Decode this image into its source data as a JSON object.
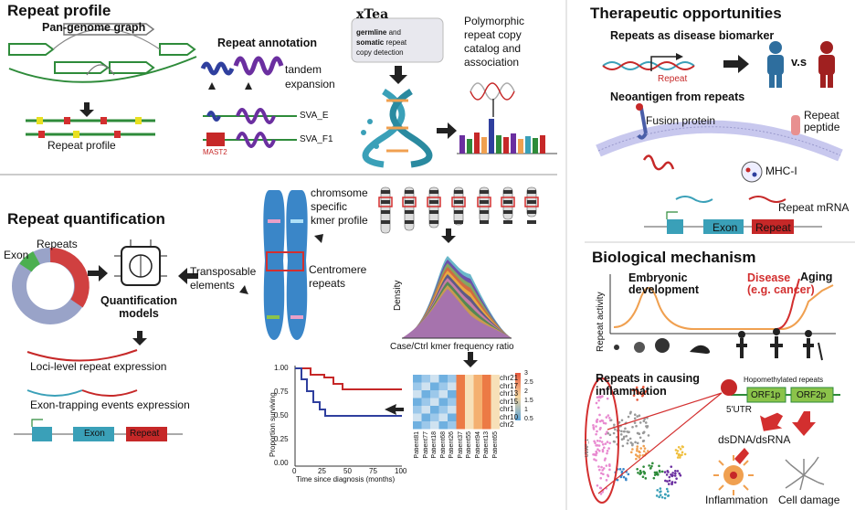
{
  "repeat_profile": {
    "title": "Repeat profile",
    "pangenome": "Pan-genome graph",
    "profile_label": "Repeat profile",
    "annotation_title": "Repeat annotation",
    "tandem": "tandem\nexpansion",
    "sva_e": "SVA_E",
    "sva_f1": "SVA_F1",
    "mast2": "MAST2",
    "xtea_logo": "xTea",
    "xtea_germline": "germline",
    "xtea_and": " and",
    "xtea_somatic": "somatic",
    "xtea_repeat": " repeat",
    "xtea_line3": "copy detection",
    "catalog": "Polymorphic\nrepeat copy\ncatalog and\nassociation"
  },
  "therapeutic": {
    "title": "Therapeutic opportunities",
    "biomarker": "Repeats as disease biomarker",
    "repeat_red": "Repeat",
    "vs": "v.s",
    "neoantigen": "Neoantigen from repeats",
    "fusion": "Fusion protein",
    "repeat_peptide": "Repeat\npeptide",
    "mhc": "MHC-I",
    "repeat_mrna": "Repeat mRNA",
    "exon": "Exon",
    "repeat_box": "Repeat"
  },
  "quantification": {
    "title": "Repeat quantification",
    "repeats": "Repeats",
    "exon": "Exon",
    "models": "Quantification\nmodels",
    "loci": "Loci-level repeat expression",
    "exon_trapping": "Exon-trapping events expression",
    "gene_exon": "Exon",
    "gene_repeat": "Repeat",
    "te": "Transposable\nelements",
    "centromere": "Centromere\nrepeats",
    "kmer": "chromsome\nspecific\nkmer profile",
    "density": "Density",
    "ratio": "Case/Ctrl kmer frequency ratio"
  },
  "survival": {
    "ylabel": "Proportion surviving",
    "xlabel": "Time since diagnosis (months)",
    "yticks": [
      "1.00",
      "0.75",
      "0.50",
      "0.25",
      "0.00"
    ],
    "xticks": [
      "0",
      "25",
      "50",
      "75",
      "100"
    ]
  },
  "heatmap": {
    "rows": [
      "chr21",
      "chr17",
      "chr13",
      "chr15",
      "chr1",
      "chr10",
      "chr2"
    ],
    "cols": [
      "Patient81",
      "Patient77",
      "Patient18",
      "Patient68",
      "Patient26",
      "Patient37",
      "Patient55",
      "Patient94",
      "Patient13",
      "Patient65"
    ],
    "legend": [
      "3",
      "2.5",
      "2",
      "1.5",
      "1",
      "0.5"
    ]
  },
  "mechanism": {
    "title": "Biological mechanism",
    "embryonic": "Embryonic\ndevelopment",
    "disease": "Disease\n(e.g. cancer)",
    "aging": "Aging",
    "activity": "Repeat activity",
    "inflammation_title": "Repeats in causing\ninflammation",
    "hypo": "Hopomethylated repeats",
    "utr": "5'UTR",
    "orf1": "ORF1p",
    "orf2": "ORF2p",
    "dsdna": "dsDNA/dsRNA",
    "inflammation": "Inflammation",
    "cell_damage": "Cell damage",
    "umap_axis": "UMAP_1"
  },
  "colors": {
    "green": "#2e8b3a",
    "red": "#c62828",
    "blue": "#2f3f9e",
    "teal": "#3aa0b8",
    "orange": "#f0a050",
    "purple": "#6b2fa0"
  }
}
